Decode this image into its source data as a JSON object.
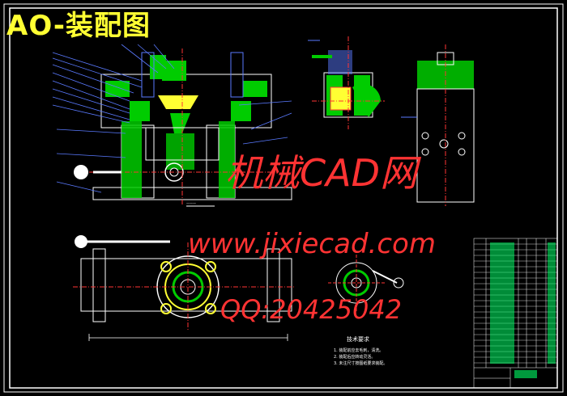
{
  "title": "AO-装配图",
  "watermark": {
    "brand": "机械CAD网",
    "url": "www.jixiecad.com",
    "qq": "QQ:20425042"
  },
  "technical_requirements": {
    "heading": "技术要求",
    "items": [
      "1. 装配前应去毛刺，清洗。",
      "2. 装配后应转动灵活。",
      "3. 未注尺寸按图纸要求装配。"
    ]
  },
  "colors": {
    "background": "#000000",
    "outline": "#ffffff",
    "hatch": "#00cc00",
    "leader": "#5a7aff",
    "centerline": "#ff3333",
    "title": "#ffff33",
    "watermark": "#ff3333",
    "table": "#00ff66"
  }
}
